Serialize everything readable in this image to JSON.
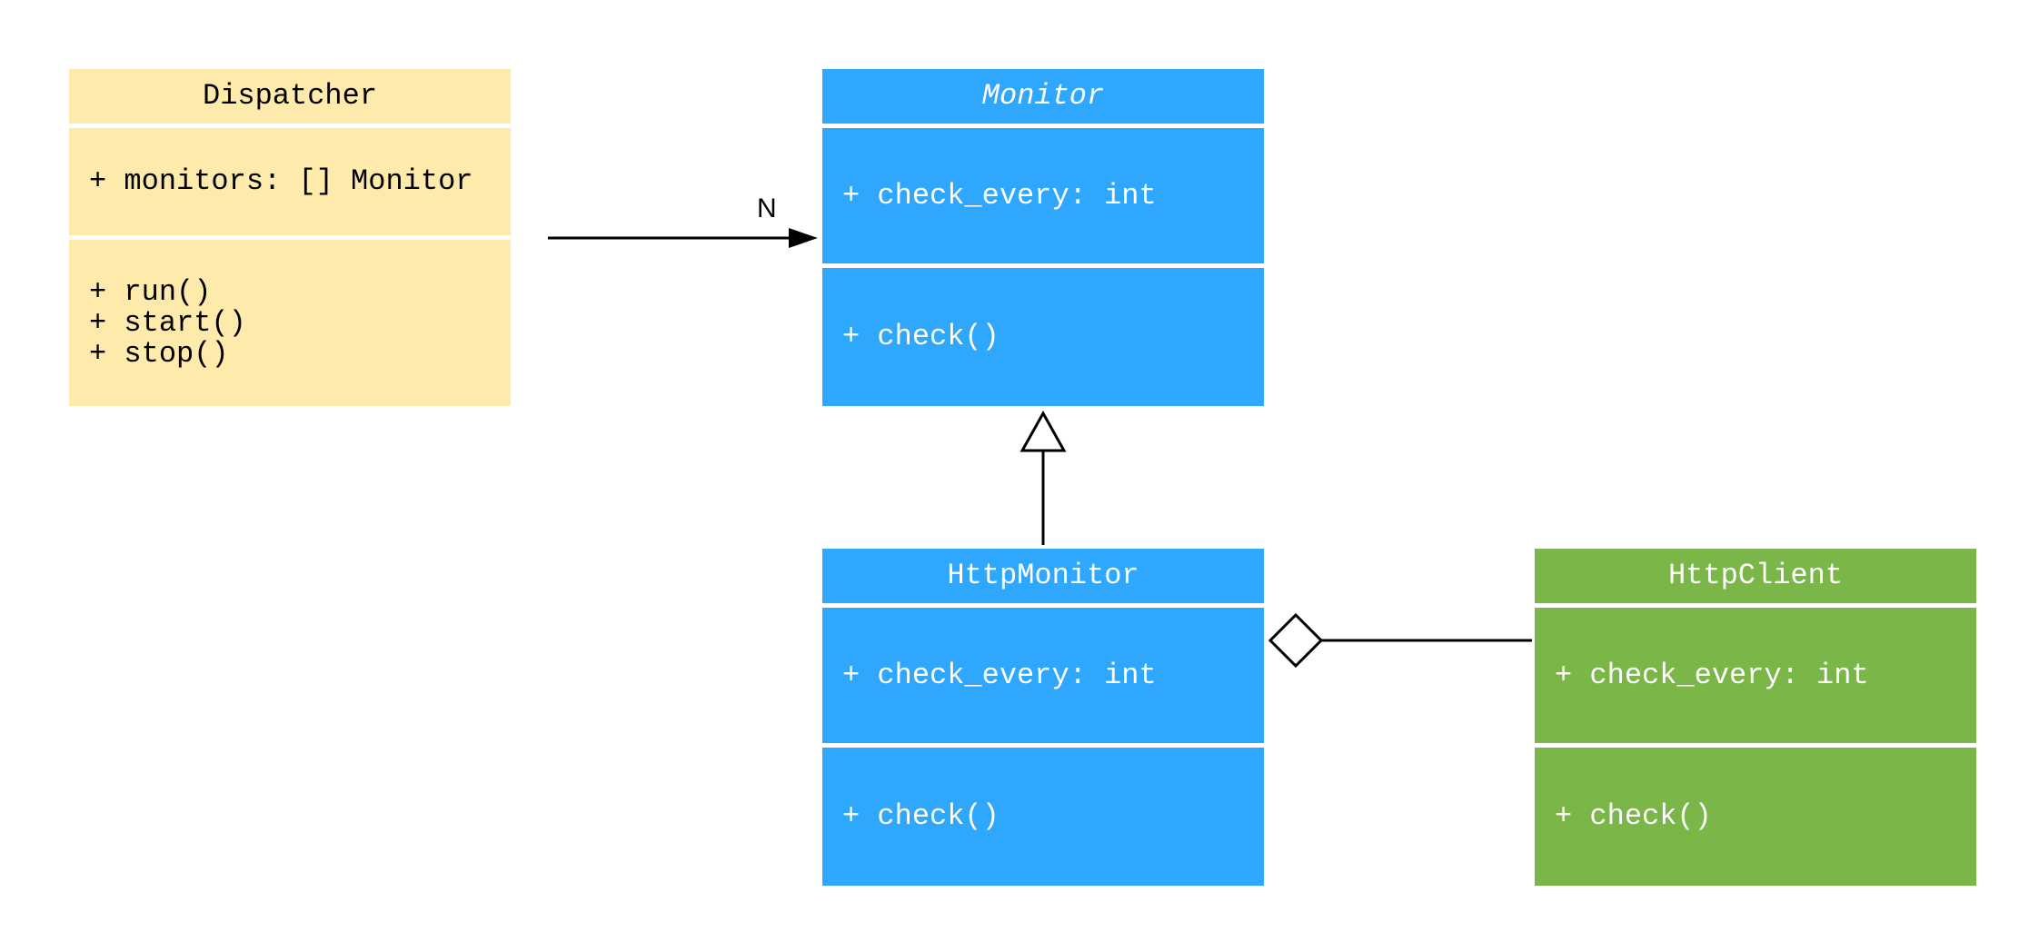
{
  "classes": [
    {
      "name": "Dispatcher",
      "attributes": "+ monitors: [] Monitor",
      "methods": "+ run()\n+ start()\n+ stop()",
      "color": "#feeaaa"
    },
    {
      "name": "Monitor",
      "attributes": "+ check_every: int",
      "methods": "+ check()",
      "color": "#2fa7fd",
      "abstract": true
    },
    {
      "name": "HttpMonitor",
      "attributes": "+ check_every: int",
      "methods": "+ check()",
      "color": "#2fa7fd"
    },
    {
      "name": "HttpClient",
      "attributes": "+ check_every: int",
      "methods": "+ check()",
      "color": "#7ab648"
    }
  ],
  "relations": [
    {
      "from": "Dispatcher",
      "to": "Monitor",
      "type": "association",
      "multiplicity": "N"
    },
    {
      "from": "HttpMonitor",
      "to": "Monitor",
      "type": "generalization"
    },
    {
      "from": "HttpClient",
      "to": "HttpMonitor",
      "type": "aggregation"
    }
  ]
}
